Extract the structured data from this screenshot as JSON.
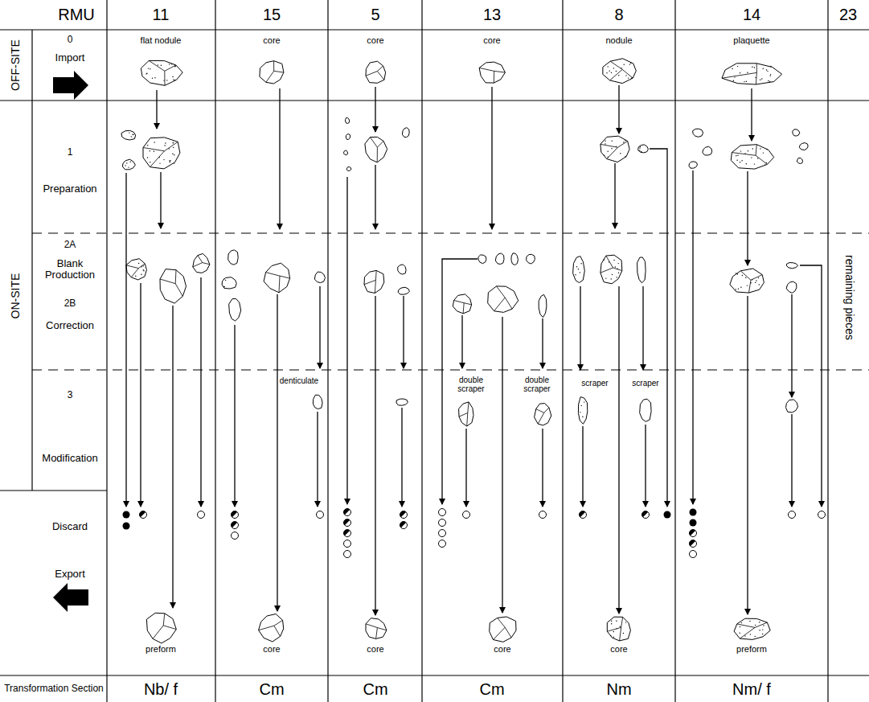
{
  "diagram": {
    "labels": [
      "RMU",
      "11",
      "15",
      "5",
      "13",
      "8",
      "14",
      "23",
      "OFF-SITE",
      "0",
      "Import",
      "flat nodule",
      "core",
      "core",
      "core",
      "nodule",
      "plaquette",
      "ON-SITE",
      "1",
      "Preparation",
      "2A",
      "Blank Production",
      "2B",
      "Correction",
      "3",
      "Modification",
      "remaining pieces",
      "denticulate",
      "double scraper",
      "double scraper",
      "scraper",
      "scraper",
      "Discard",
      "Export",
      "preform",
      "core",
      "core",
      "core",
      "core",
      "preform",
      "Transformation Section",
      "Nb/ f",
      "Cm",
      "Cm",
      "Cm",
      "Nm",
      "Nm/ f"
    ]
  }
}
